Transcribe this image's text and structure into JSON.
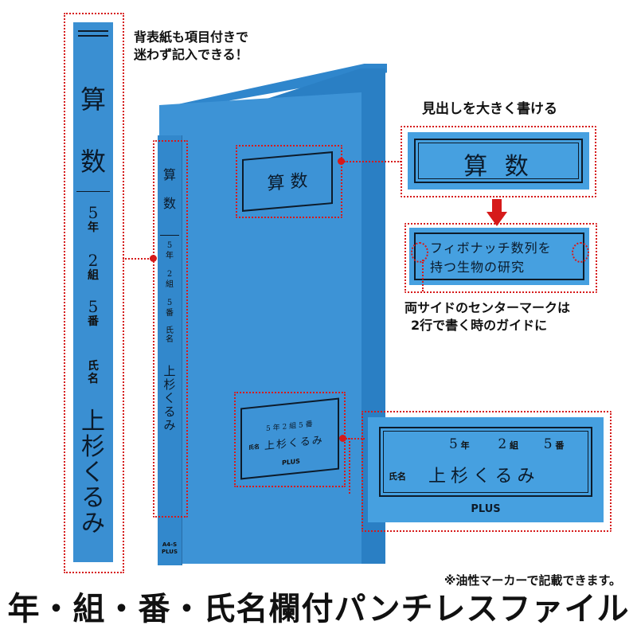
{
  "callouts": {
    "spine_note": [
      "背表紙も項目付きで",
      "迷わず記入できる！"
    ],
    "big_title_note": "見出しを大きく書ける",
    "center_mark_note": [
      "両サイドのセンターマークは",
      "2行で書く時のガイドに"
    ],
    "marker_note": "※油性マーカーで記載できます。"
  },
  "spine": {
    "subject_chars": [
      "算",
      "数"
    ],
    "grade_num": "5",
    "grade_label": "年",
    "class_num": "2",
    "class_label": "組",
    "number_num": "5",
    "number_label": "番",
    "name_label": "氏名",
    "name_value": "上杉くるみ"
  },
  "folder": {
    "title": "算 数",
    "name_value": "上杉くるみ",
    "brand": "PLUS",
    "model": "A4-S"
  },
  "title_zoom": {
    "text": "算 数"
  },
  "two_line_example": {
    "line1": "フィボナッチ数列を",
    "line2": "持つ生物の研究"
  },
  "label_zoom": {
    "grade_num": "5",
    "grade_label": "年",
    "class_num": "2",
    "class_label": "組",
    "number_num": "5",
    "number_label": "番",
    "name_label": "氏名",
    "name_value": "上杉くるみ",
    "brand": "PLUS"
  },
  "headline": "年・組・番・氏名欄付パンチレスファイル",
  "colors": {
    "folder_blue": "#3a8fd2",
    "accent_red": "#d61a1a"
  }
}
